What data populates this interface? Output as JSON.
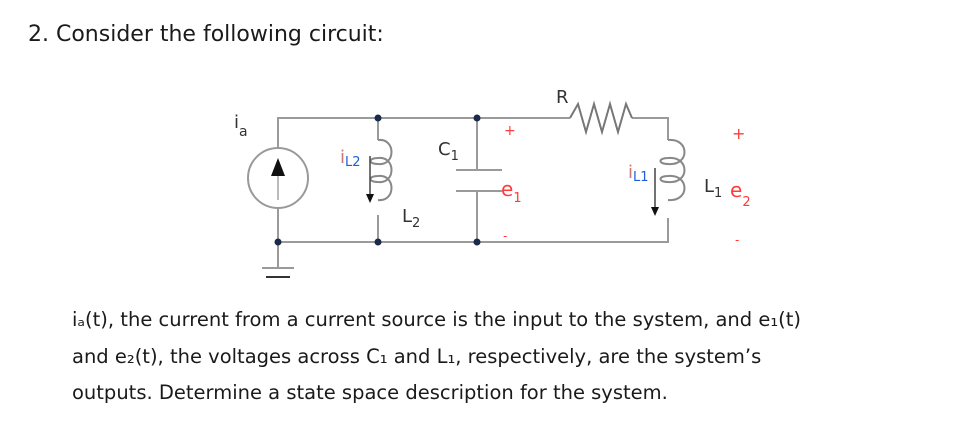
{
  "problem": {
    "title": "2. Consider the following circuit:",
    "lines": [
      "iₐ(t), the current from a current source is the input to the system, and e₁(t)",
      "and e₂(t), the voltages across C₁ and L₁, respectively, are the system’s",
      "outputs. Determine a state space description for the system."
    ]
  },
  "circuit": {
    "source_label": {
      "main": "i",
      "sub": "a"
    },
    "l2_current": {
      "main": "i",
      "sub": "L2"
    },
    "l2_label": {
      "main": "L",
      "sub": "2"
    },
    "c1_label": {
      "main": "C",
      "sub": "1"
    },
    "e1_label": {
      "main": "e",
      "sub": "1"
    },
    "r_label": "R",
    "l1_current": {
      "main": "i",
      "sub": "L1"
    },
    "l1_label": {
      "main": "L",
      "sub": "1"
    },
    "e2_label": {
      "main": "e",
      "sub": "2"
    },
    "plus": "+",
    "minus": "-",
    "colors": {
      "wire": "#999999",
      "node": "#1a2a4a",
      "polarity": "#ff3b3b",
      "sublabel": "#1e5fd6"
    }
  }
}
